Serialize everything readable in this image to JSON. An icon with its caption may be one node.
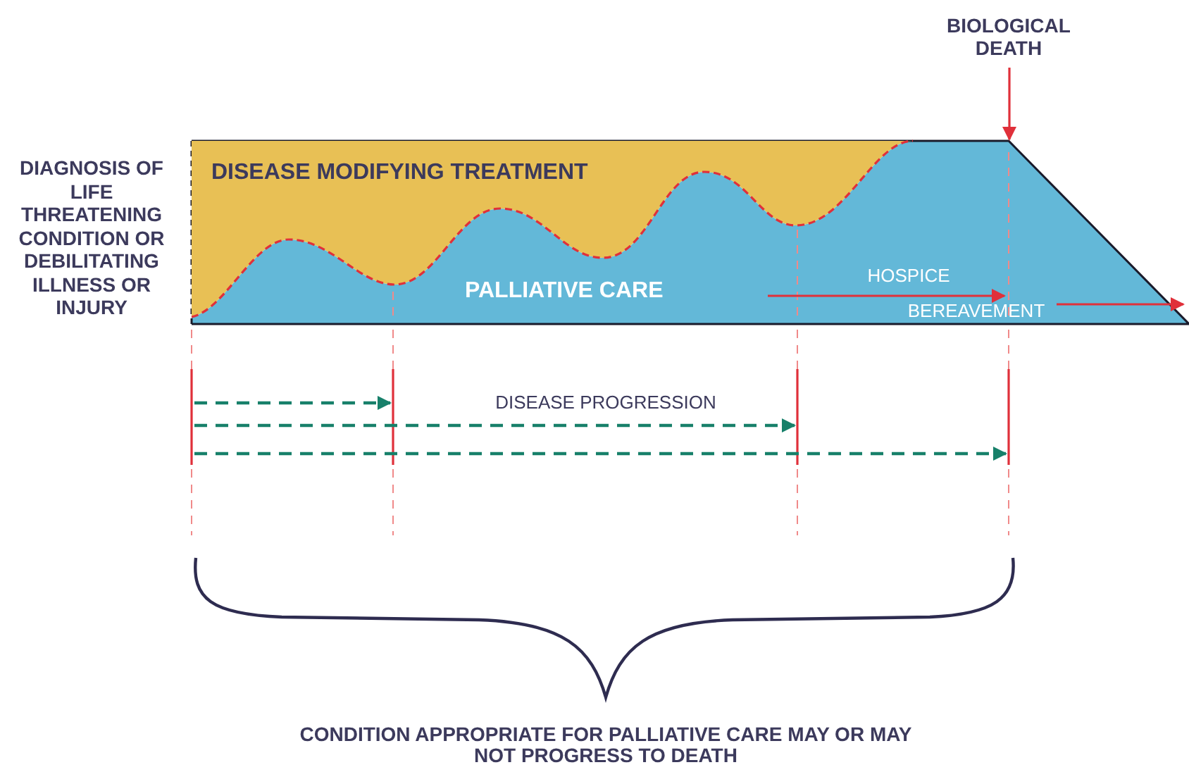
{
  "diagram": {
    "nodes": [
      {
        "text": [
          "DIAGNOSIS OF LIFE THREATENING CONDITION OR DEBILITATING ILLNESS OR INJURY"
        ]
      },
      {
        "text": [
          "DISEASE MODIFYING TREATMENT"
        ]
      },
      {
        "text": [
          "PALLIATIVE CARE"
        ]
      },
      {
        "text": [
          "BIOLOGICAL DEATH"
        ]
      }
    ],
    "edges": [
      {
        "from": 3,
        "to": 2,
        "arrow": "to"
      }
    ],
    "labels": [
      "HOSPICE",
      "BEREAVEMENT",
      "DISEASE PROGRESSION",
      "CONDITION APPROPRIATE FOR PALLIATIVE CARE MAY OR MAY NOT PROGRESS TO DEATH"
    ]
  }
}
